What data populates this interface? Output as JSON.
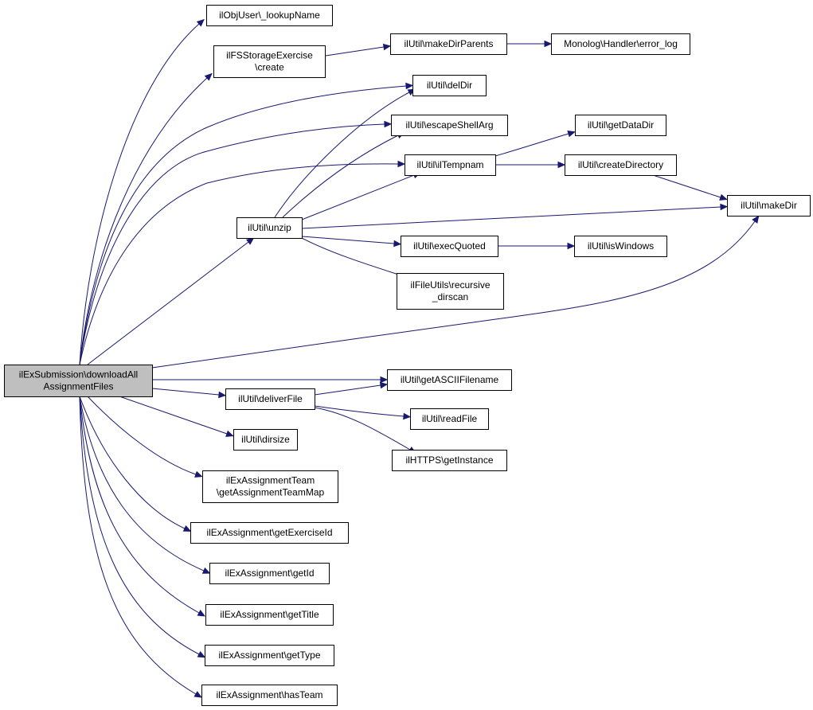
{
  "diagram": {
    "colors": {
      "edge": "#191970",
      "root_fill": "#bfbfbf",
      "node_fill": "#ffffff",
      "border": "#000000"
    },
    "nodes": [
      {
        "id": "root",
        "lines": [
          "ilExSubmission\\downloadAll",
          "AssignmentFiles"
        ],
        "root": true
      },
      {
        "id": "lookupName",
        "lines": [
          "ilObjUser\\_lookupName"
        ]
      },
      {
        "id": "fsCreate",
        "lines": [
          "ilFSStorageExercise",
          "\\create"
        ]
      },
      {
        "id": "makeDirParents",
        "lines": [
          "ilUtil\\makeDirParents"
        ]
      },
      {
        "id": "errorLog",
        "lines": [
          "Monolog\\Handler\\error_log"
        ]
      },
      {
        "id": "delDir",
        "lines": [
          "ilUtil\\delDir"
        ]
      },
      {
        "id": "escapeShellArg",
        "lines": [
          "ilUtil\\escapeShellArg"
        ]
      },
      {
        "id": "getDataDir",
        "lines": [
          "ilUtil\\getDataDir"
        ]
      },
      {
        "id": "ilTempnam",
        "lines": [
          "ilUtil\\ilTempnam"
        ]
      },
      {
        "id": "createDirectory",
        "lines": [
          "ilUtil\\createDirectory"
        ]
      },
      {
        "id": "makeDir",
        "lines": [
          "ilUtil\\makeDir"
        ]
      },
      {
        "id": "unzip",
        "lines": [
          "ilUtil\\unzip"
        ]
      },
      {
        "id": "execQuoted",
        "lines": [
          "ilUtil\\execQuoted"
        ]
      },
      {
        "id": "isWindows",
        "lines": [
          "ilUtil\\isWindows"
        ]
      },
      {
        "id": "recursiveDirscan",
        "lines": [
          "ilFileUtils\\recursive",
          "_dirscan"
        ]
      },
      {
        "id": "getASCIIFilename",
        "lines": [
          "ilUtil\\getASCIIFilename"
        ]
      },
      {
        "id": "deliverFile",
        "lines": [
          "ilUtil\\deliverFile"
        ]
      },
      {
        "id": "readFile",
        "lines": [
          "ilUtil\\readFile"
        ]
      },
      {
        "id": "httpsGetInstance",
        "lines": [
          "ilHTTPS\\getInstance"
        ]
      },
      {
        "id": "dirsize",
        "lines": [
          "ilUtil\\dirsize"
        ]
      },
      {
        "id": "teamMap",
        "lines": [
          "ilExAssignmentTeam",
          "\\getAssignmentTeamMap"
        ]
      },
      {
        "id": "getExerciseId",
        "lines": [
          "ilExAssignment\\getExerciseId"
        ]
      },
      {
        "id": "getId",
        "lines": [
          "ilExAssignment\\getId"
        ]
      },
      {
        "id": "getTitle",
        "lines": [
          "ilExAssignment\\getTitle"
        ]
      },
      {
        "id": "getType",
        "lines": [
          "ilExAssignment\\getType"
        ]
      },
      {
        "id": "hasTeam",
        "lines": [
          "ilExAssignment\\hasTeam"
        ]
      }
    ],
    "edges": [
      {
        "from": "root",
        "to": "lookupName"
      },
      {
        "from": "root",
        "to": "fsCreate"
      },
      {
        "from": "root",
        "to": "delDir"
      },
      {
        "from": "root",
        "to": "escapeShellArg"
      },
      {
        "from": "root",
        "to": "ilTempnam"
      },
      {
        "from": "root",
        "to": "unzip"
      },
      {
        "from": "root",
        "to": "makeDir"
      },
      {
        "from": "root",
        "to": "getASCIIFilename"
      },
      {
        "from": "root",
        "to": "deliverFile"
      },
      {
        "from": "root",
        "to": "dirsize"
      },
      {
        "from": "root",
        "to": "teamMap"
      },
      {
        "from": "root",
        "to": "getExerciseId"
      },
      {
        "from": "root",
        "to": "getId"
      },
      {
        "from": "root",
        "to": "getTitle"
      },
      {
        "from": "root",
        "to": "getType"
      },
      {
        "from": "root",
        "to": "hasTeam"
      },
      {
        "from": "fsCreate",
        "to": "makeDirParents"
      },
      {
        "from": "makeDirParents",
        "to": "errorLog"
      },
      {
        "from": "ilTempnam",
        "to": "getDataDir"
      },
      {
        "from": "ilTempnam",
        "to": "createDirectory"
      },
      {
        "from": "createDirectory",
        "to": "makeDir"
      },
      {
        "from": "unzip",
        "to": "delDir"
      },
      {
        "from": "unzip",
        "to": "escapeShellArg"
      },
      {
        "from": "unzip",
        "to": "ilTempnam"
      },
      {
        "from": "unzip",
        "to": "makeDir"
      },
      {
        "from": "unzip",
        "to": "execQuoted"
      },
      {
        "from": "unzip",
        "to": "recursiveDirscan"
      },
      {
        "from": "execQuoted",
        "to": "isWindows"
      },
      {
        "from": "deliverFile",
        "to": "getASCIIFilename"
      },
      {
        "from": "deliverFile",
        "to": "readFile"
      },
      {
        "from": "deliverFile",
        "to": "httpsGetInstance"
      }
    ]
  }
}
